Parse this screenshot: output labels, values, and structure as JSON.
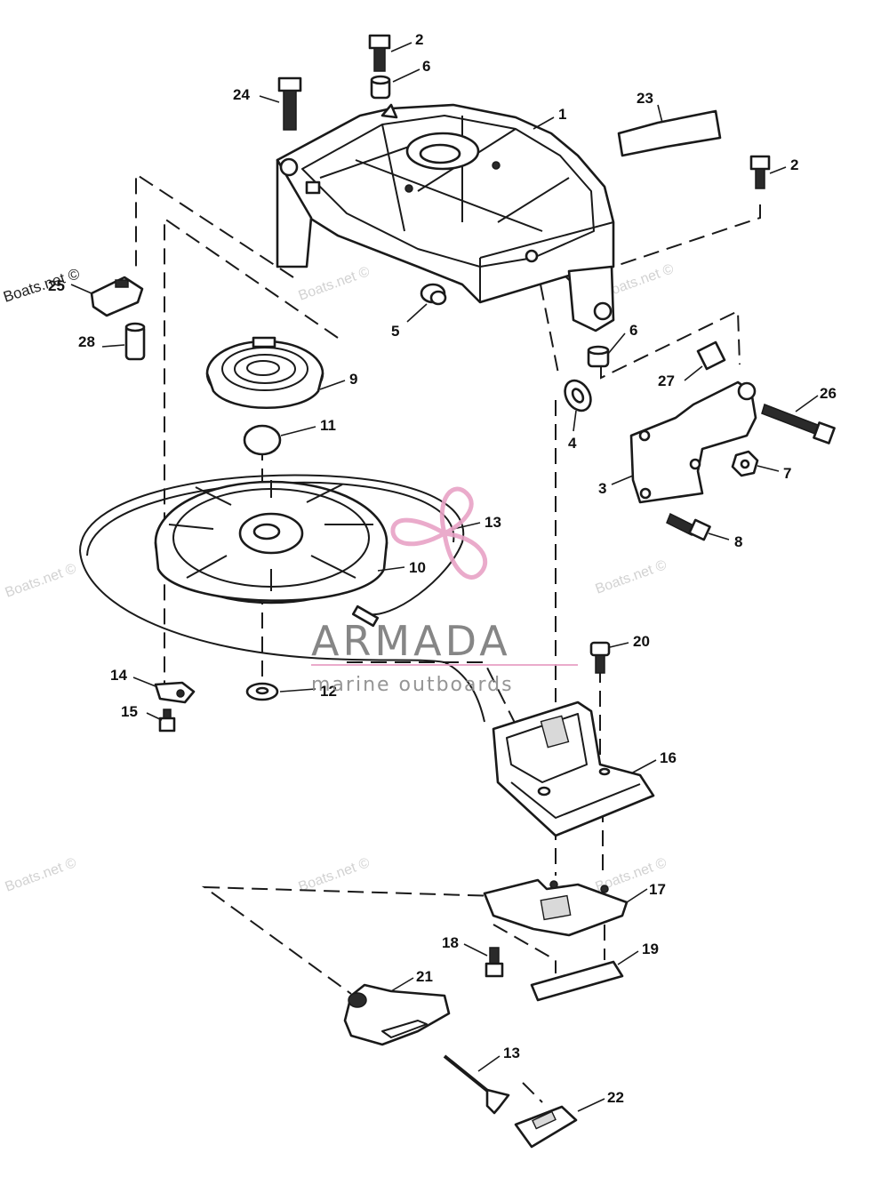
{
  "callouts": [
    {
      "id": "1",
      "label": "1"
    },
    {
      "id": "2a",
      "label": "2"
    },
    {
      "id": "2b",
      "label": "2"
    },
    {
      "id": "3",
      "label": "3"
    },
    {
      "id": "4",
      "label": "4"
    },
    {
      "id": "5",
      "label": "5"
    },
    {
      "id": "6a",
      "label": "6"
    },
    {
      "id": "6b",
      "label": "6"
    },
    {
      "id": "7",
      "label": "7"
    },
    {
      "id": "8",
      "label": "8"
    },
    {
      "id": "9",
      "label": "9"
    },
    {
      "id": "10",
      "label": "10"
    },
    {
      "id": "11",
      "label": "11"
    },
    {
      "id": "12",
      "label": "12"
    },
    {
      "id": "13a",
      "label": "13"
    },
    {
      "id": "13b",
      "label": "13"
    },
    {
      "id": "14",
      "label": "14"
    },
    {
      "id": "15",
      "label": "15"
    },
    {
      "id": "16",
      "label": "16"
    },
    {
      "id": "17",
      "label": "17"
    },
    {
      "id": "18",
      "label": "18"
    },
    {
      "id": "19",
      "label": "19"
    },
    {
      "id": "20",
      "label": "20"
    },
    {
      "id": "21",
      "label": "21"
    },
    {
      "id": "22",
      "label": "22"
    },
    {
      "id": "23",
      "label": "23"
    },
    {
      "id": "24",
      "label": "24"
    },
    {
      "id": "25",
      "label": "25"
    },
    {
      "id": "26",
      "label": "26"
    },
    {
      "id": "27",
      "label": "27"
    },
    {
      "id": "28",
      "label": "28"
    }
  ],
  "watermark": {
    "text": "Boats.net ©",
    "brand_name": "ARMADA",
    "brand_tagline": "marine outboards",
    "brand_color": "#e8a3c6"
  },
  "corner_label": "Boats.net ©"
}
